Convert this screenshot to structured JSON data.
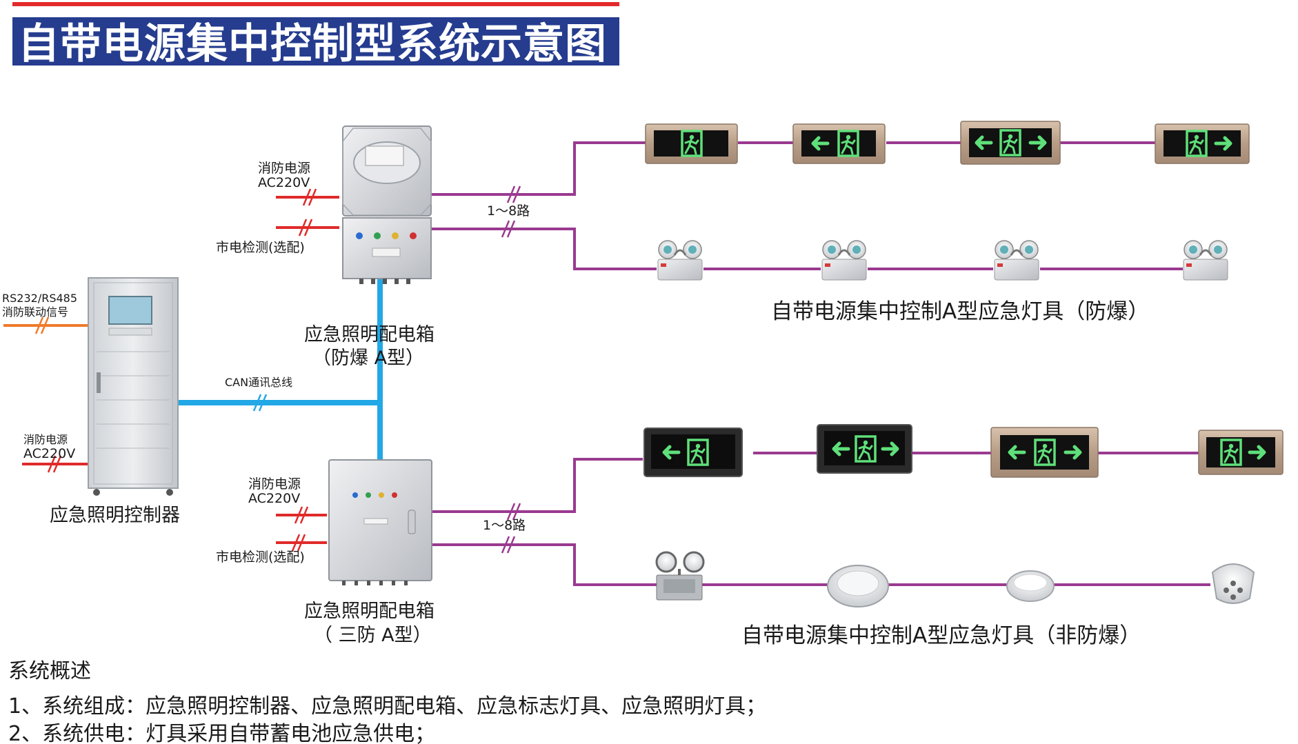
{
  "title": "自带电源集中控制型系统示意图",
  "colors": {
    "title_bg": "#253C8F",
    "title_stripe": "#E32A2A",
    "power_line": "#E02A2A",
    "signal_line": "#F07A2A",
    "bus_line": "#22A8E6",
    "lamp_line": "#9A3A90"
  },
  "controller": {
    "label": "应急照明控制器",
    "signal_top": "RS232/RS485",
    "signal_bottom": "消防联动信号",
    "power_top": "消防电源",
    "power_bottom": "AC220V"
  },
  "bus": {
    "label": "CAN通讯总线"
  },
  "box_a": {
    "label_line1": "应急照明配电箱",
    "label_line2": "（防爆  A型）",
    "power_top": "消防电源",
    "power_bottom": "AC220V",
    "mains": "市电检测(选配)",
    "circuits": "1～8路"
  },
  "box_b": {
    "label_line1": "应急照明配电箱",
    "label_line2": "（ 三防  A型）",
    "power_top": "消防电源",
    "power_bottom": "AC220V",
    "mains": "市电检测(选配)",
    "circuits": "1～8路"
  },
  "group_a_label": "自带电源集中控制A型应急灯具（防爆）",
  "group_b_label": "自带电源集中控制A型应急灯具（非防爆）",
  "signs": {
    "exit_symbol": "门-icon",
    "arrow_symbol": "arrow-icon"
  },
  "summary": {
    "heading": "系统概述",
    "line1": "1、系统组成：应急照明控制器、应急照明配电箱、应急标志灯具、应急照明灯具；",
    "line2": "2、系统供电：灯具采用自带蓄电池应急供电；"
  }
}
